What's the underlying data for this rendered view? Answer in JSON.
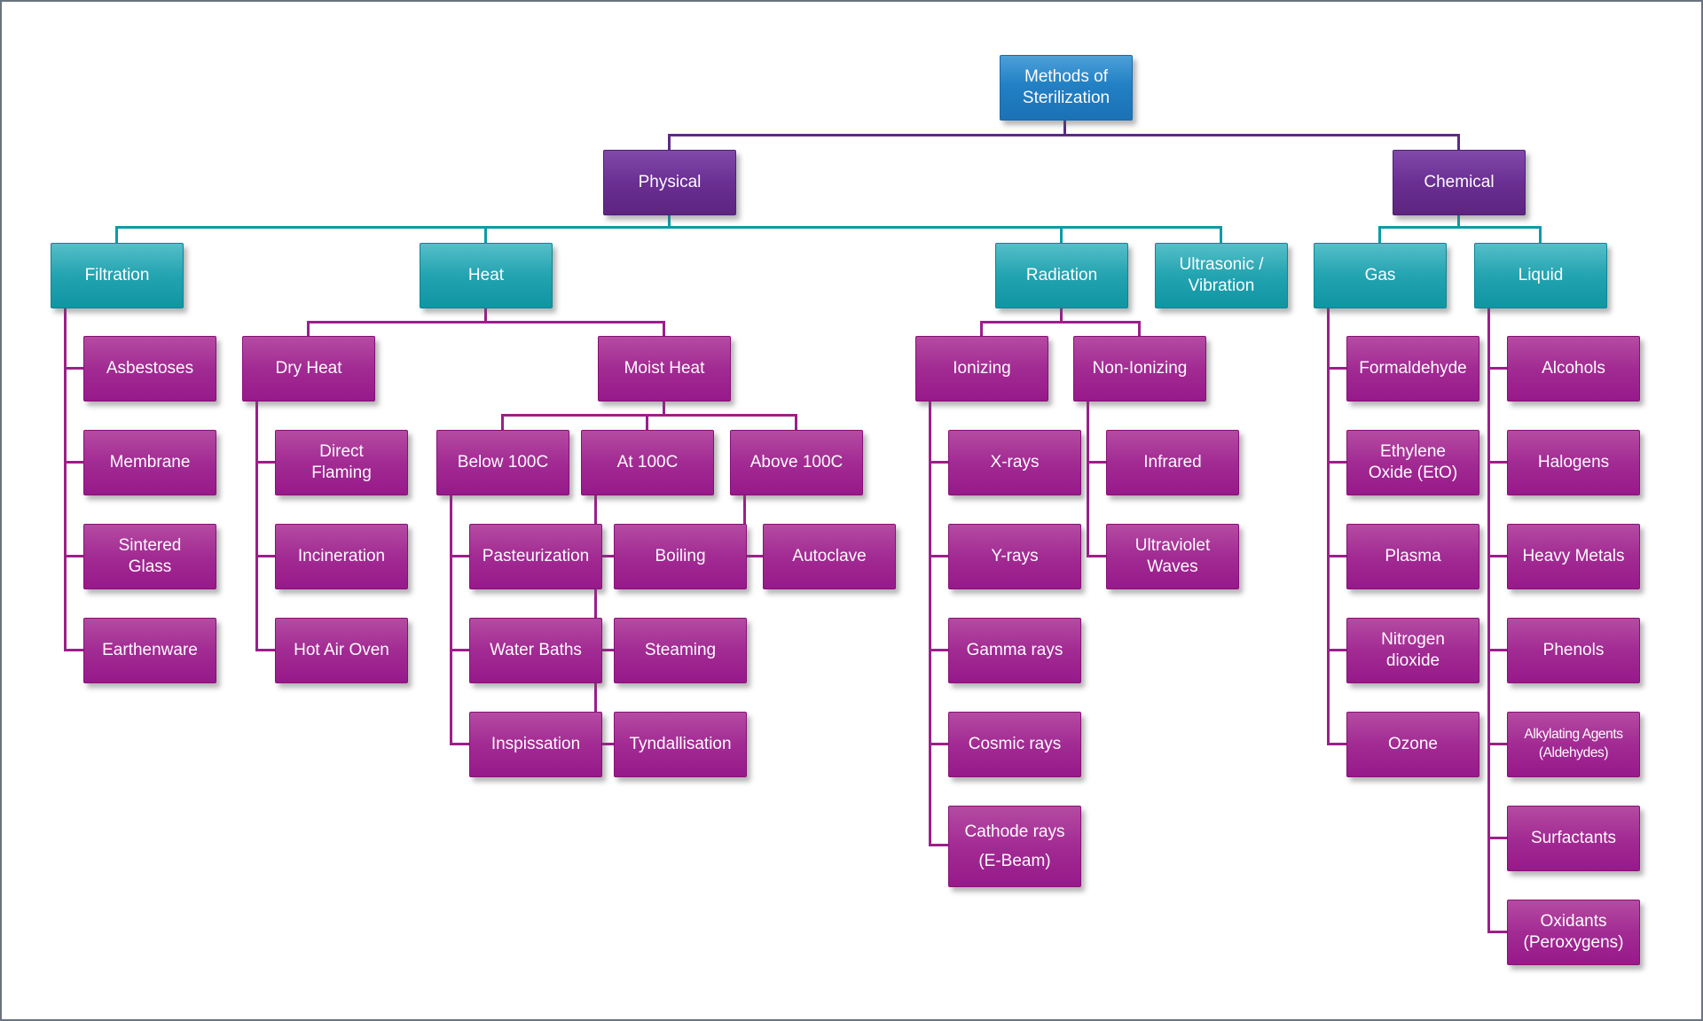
{
  "diagram_title": "Methods of Sterilization",
  "colors": {
    "root_blue": "#2280c4",
    "branch_purple": "#6a2f92",
    "category_teal": "#1a9fad",
    "leaf_magenta": "#a2248f",
    "connector_purple": "#5e2b84",
    "connector_teal": "#0f9aa8",
    "connector_magenta": "#9c1f8a",
    "background": "#ffffff",
    "frame_border": "#6a7480",
    "text": "#ffffff"
  },
  "nodes": {
    "root": {
      "label": "Methods of\nSterilization",
      "children": [
        "physical",
        "chemical"
      ]
    },
    "physical": {
      "label": "Physical",
      "children": [
        "filtration",
        "heat",
        "radiation",
        "ultrasonic"
      ]
    },
    "chemical": {
      "label": "Chemical",
      "children": [
        "gas",
        "liquid"
      ]
    },
    "filtration": {
      "label": "Filtration",
      "children": [
        "asbestoses",
        "membrane",
        "sintered_glass",
        "earthenware"
      ]
    },
    "heat": {
      "label": "Heat",
      "children": [
        "dry_heat",
        "moist_heat"
      ]
    },
    "radiation": {
      "label": "Radiation",
      "children": [
        "ionizing",
        "non_ionizing"
      ]
    },
    "ultrasonic": {
      "label": "Ultrasonic /\nVibration",
      "children": []
    },
    "gas": {
      "label": "Gas",
      "children": [
        "formaldehyde",
        "ethylene_oxide",
        "plasma",
        "nitrogen_dioxide",
        "ozone"
      ]
    },
    "liquid": {
      "label": "Liquid",
      "children": [
        "alcohols",
        "halogens",
        "heavy_metals",
        "phenols",
        "alkylating_agents",
        "surfactants",
        "oxidants"
      ]
    },
    "asbestoses": {
      "label": "Asbestoses"
    },
    "membrane": {
      "label": "Membrane"
    },
    "sintered_glass": {
      "label": "Sintered\nGlass"
    },
    "earthenware": {
      "label": "Earthenware"
    },
    "dry_heat": {
      "label": "Dry Heat",
      "children": [
        "direct_flaming",
        "incineration",
        "hot_air_oven"
      ]
    },
    "moist_heat": {
      "label": "Moist Heat",
      "children": [
        "below_100c",
        "at_100c",
        "above_100c"
      ]
    },
    "direct_flaming": {
      "label": "Direct\nFlaming"
    },
    "incineration": {
      "label": "Incineration"
    },
    "hot_air_oven": {
      "label": "Hot Air Oven"
    },
    "below_100c": {
      "label": "Below 100C",
      "children": [
        "pasteurization",
        "water_baths",
        "inspissation"
      ]
    },
    "at_100c": {
      "label": "At 100C",
      "children": [
        "boiling",
        "steaming",
        "tyndallisation"
      ]
    },
    "above_100c": {
      "label": "Above 100C",
      "children": [
        "autoclave"
      ]
    },
    "pasteurization": {
      "label": "Pasteurization"
    },
    "water_baths": {
      "label": "Water Baths"
    },
    "inspissation": {
      "label": "Inspissation"
    },
    "boiling": {
      "label": "Boiling"
    },
    "steaming": {
      "label": "Steaming"
    },
    "tyndallisation": {
      "label": "Tyndallisation"
    },
    "autoclave": {
      "label": "Autoclave"
    },
    "ionizing": {
      "label": "Ionizing",
      "children": [
        "x_rays",
        "y_rays",
        "gamma_rays",
        "cosmic_rays",
        "cathode_rays"
      ]
    },
    "non_ionizing": {
      "label": "Non-Ionizing",
      "children": [
        "infrared",
        "ultraviolet_waves"
      ]
    },
    "x_rays": {
      "label": "X-rays"
    },
    "y_rays": {
      "label": "Y-rays"
    },
    "gamma_rays": {
      "label": "Gamma rays"
    },
    "cosmic_rays": {
      "label": "Cosmic rays"
    },
    "cathode_rays": {
      "label": "Cathode rays\n(E-Beam)"
    },
    "infrared": {
      "label": "Infrared"
    },
    "ultraviolet_waves": {
      "label": "Ultraviolet\nWaves"
    },
    "formaldehyde": {
      "label": "Formaldehyde"
    },
    "ethylene_oxide": {
      "label": "Ethylene\nOxide (EtO)"
    },
    "plasma": {
      "label": "Plasma"
    },
    "nitrogen_dioxide": {
      "label": "Nitrogen\ndioxide"
    },
    "ozone": {
      "label": "Ozone"
    },
    "alcohols": {
      "label": "Alcohols"
    },
    "halogens": {
      "label": "Halogens"
    },
    "heavy_metals": {
      "label": "Heavy Metals"
    },
    "phenols": {
      "label": "Phenols"
    },
    "alkylating_agents": {
      "label": "Alkylating Agents\n(Aldehydes)"
    },
    "surfactants": {
      "label": "Surfactants"
    },
    "oxidants": {
      "label": "Oxidants\n(Peroxygens)"
    }
  }
}
